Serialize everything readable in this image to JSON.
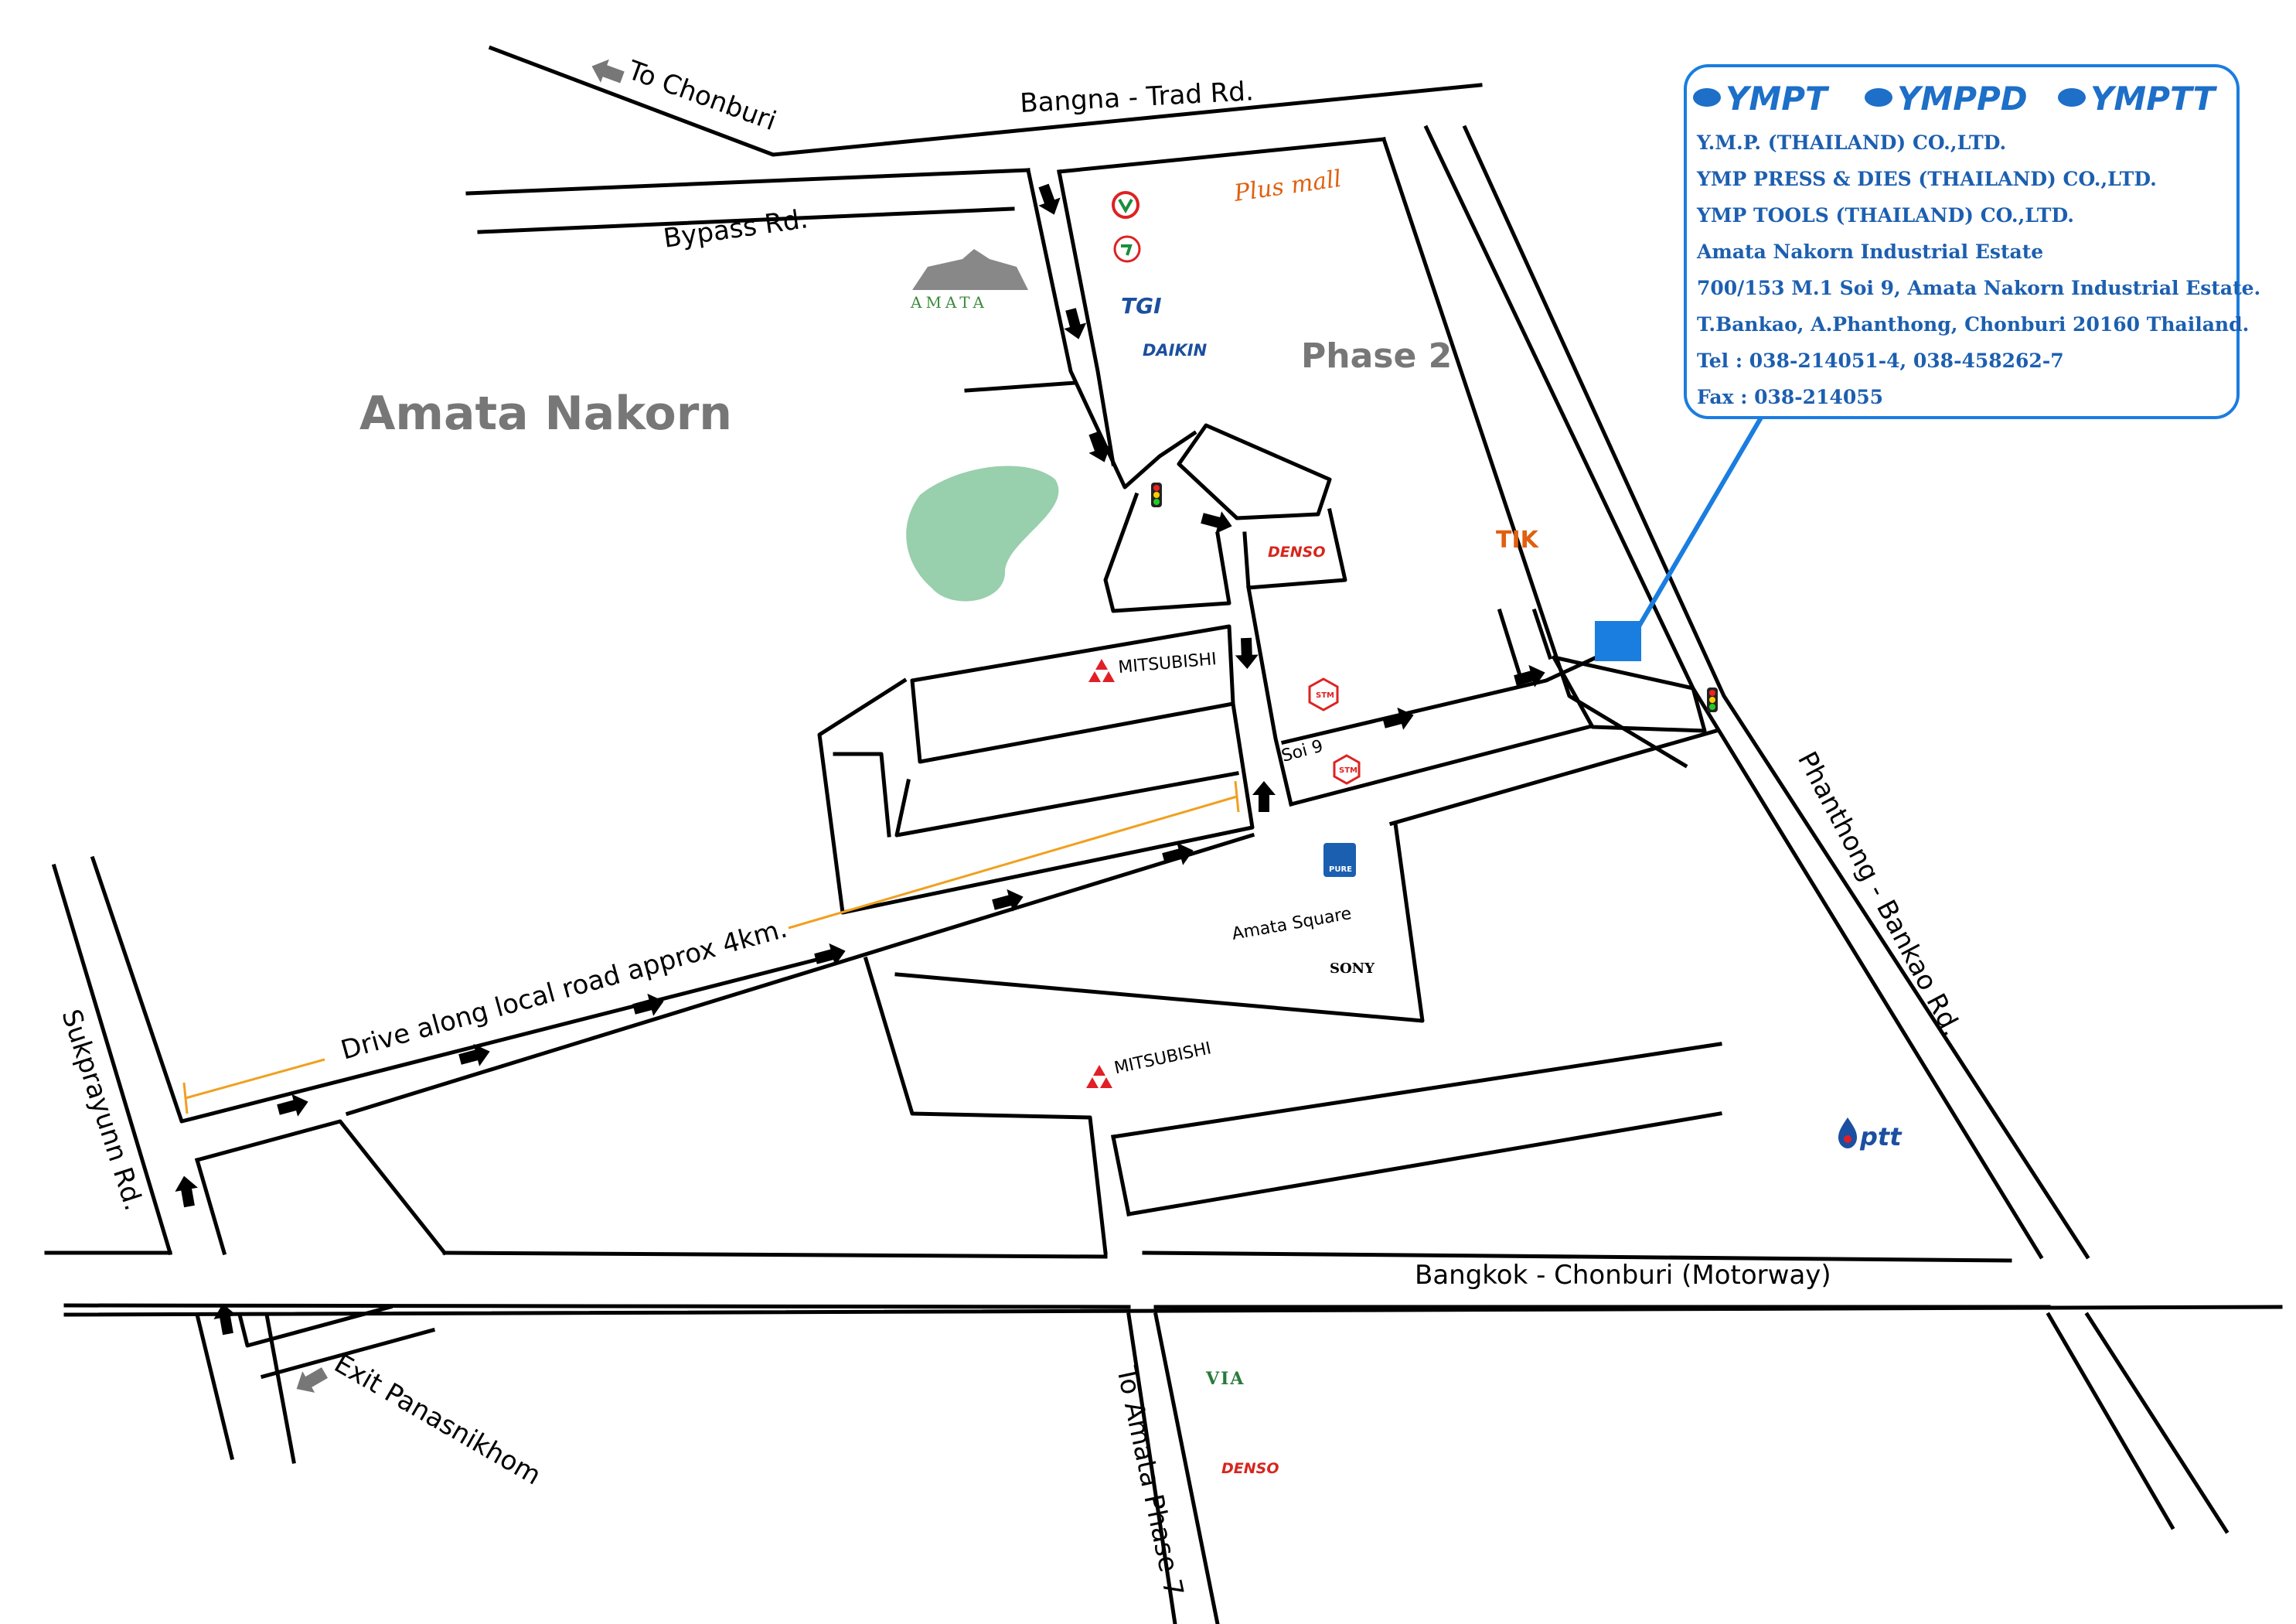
{
  "roads": {
    "bangna": "Bangna - Trad Rd.",
    "to_chonburi": "To Chonburi",
    "bypass": "Bypass Rd.",
    "sukprayunn": "Sukprayunn Rd.",
    "drive": "Drive along local road approx 4km.",
    "soi9": "Soi 9",
    "motorway": "Bangkok - Chonburi (Motorway)",
    "exit": "Exit Panasnikhom",
    "to_phase7": "To Amata Phase 7",
    "phanthong": "Phanthong - Bankao Rd."
  },
  "areas": {
    "amata_nakorn": "Amata Nakorn",
    "phase2": "Phase 2",
    "amata_square": "Amata Square"
  },
  "brands": {
    "amata": "AMATA",
    "plus_mall": "Plus mall",
    "tgi": "TGI",
    "daikin": "DAIKIN",
    "denso": "DENSO",
    "tik": "TIK",
    "mitsubishi": "MITSUBISHI",
    "sony": "SONY",
    "ptt": "ptt",
    "via": "VIA",
    "stm": "STM",
    "pure": "PURE"
  },
  "info": {
    "logos": [
      "YMPT",
      "YMPPD",
      "YMPTT"
    ],
    "lines": [
      "Y.M.P. (THAILAND) CO.,LTD.",
      "YMP PRESS & DIES (THAILAND) CO.,LTD.",
      "YMP TOOLS (THAILAND) CO.,LTD.",
      "Amata Nakorn Industrial Estate",
      "700/153 M.1 Soi 9, Amata Nakorn Industrial Estate.",
      "T.Bankao, A.Phanthong, Chonburi 20160 Thailand.",
      "Tel : 038-214051-4, 038-458262-7",
      "Fax : 038-214055"
    ]
  },
  "colors": {
    "callout": "#1a7de0",
    "marker": "#1a7de0",
    "lake": "#98cfad",
    "distance": "#f0a020",
    "area_text": "#777777"
  }
}
